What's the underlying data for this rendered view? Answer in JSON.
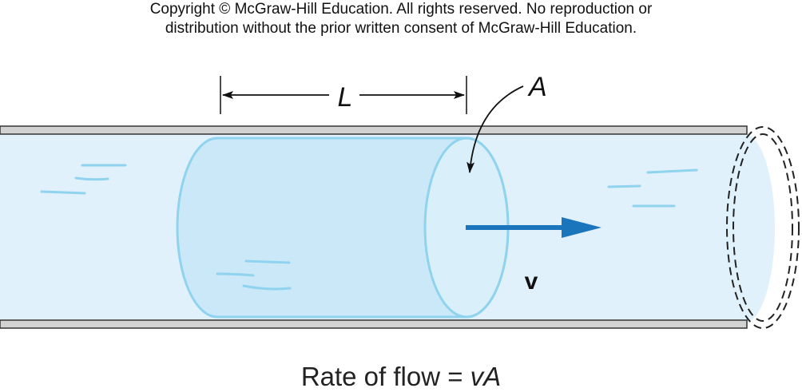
{
  "copyright": {
    "line1": "Copyright © McGraw-Hill Education.  All rights reserved. No reproduction or",
    "line2": "distribution without the prior written consent of McGraw-Hill Education."
  },
  "labels": {
    "length": "L",
    "area": "A",
    "velocity": "v"
  },
  "formula": {
    "prefix": "Rate of flow = ",
    "expression": "vA"
  },
  "colors": {
    "water": "#e0f1fb",
    "cylinder": "#cbe8f8",
    "cylinder_edge": "#8fd3ee",
    "arrow": "#1a75bc",
    "pipe_wall": "#d0d0d0"
  }
}
